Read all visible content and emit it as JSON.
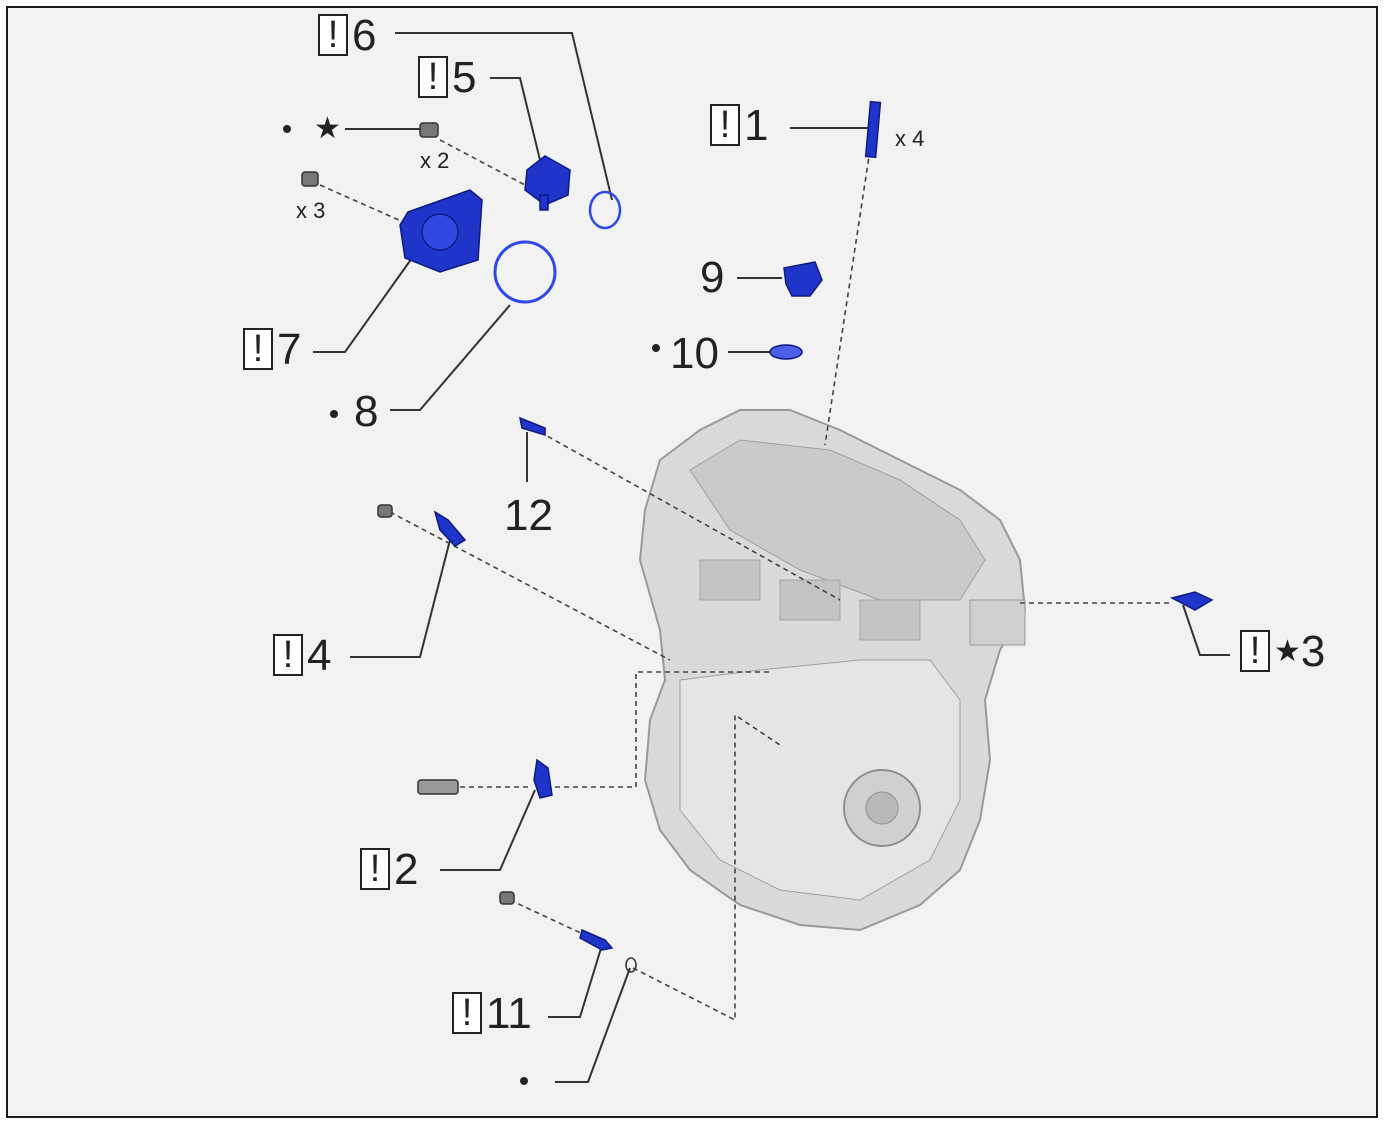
{
  "callouts": {
    "c1": {
      "num": "1",
      "warn": "!",
      "qty": "x 4"
    },
    "c2": {
      "num": "2",
      "warn": "!"
    },
    "c3": {
      "num": "3",
      "warn": "!",
      "mark": "★"
    },
    "c4": {
      "num": "4",
      "warn": "!"
    },
    "c5": {
      "num": "5",
      "warn": "!",
      "qty": "x 2",
      "mark": "★"
    },
    "c6": {
      "num": "6",
      "warn": "!"
    },
    "c7": {
      "num": "7",
      "warn": "!",
      "qty": "x 3"
    },
    "c8": {
      "num": "8"
    },
    "c9": {
      "num": "9"
    },
    "c10": {
      "num": "10"
    },
    "c11": {
      "num": "11",
      "warn": "!"
    },
    "c12": {
      "num": "12"
    }
  },
  "colors": {
    "part_blue": "#1f35c9",
    "engine_gray": "#d9dadc",
    "line": "#333333"
  }
}
